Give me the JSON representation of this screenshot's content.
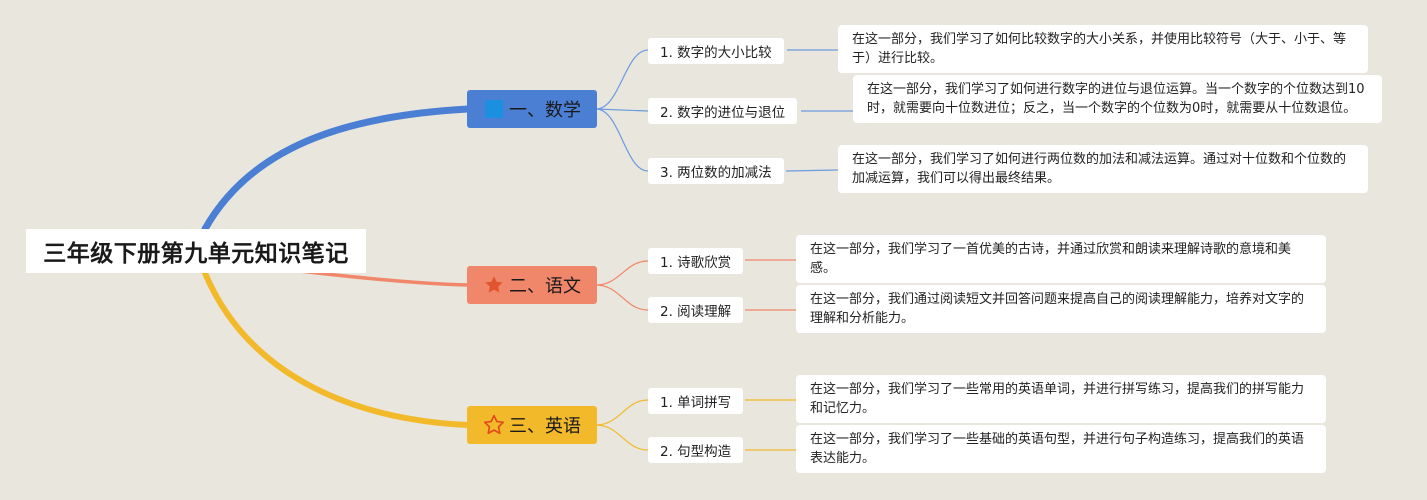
{
  "root": {
    "title": "三年级下册第九单元知识笔记"
  },
  "colors": {
    "math": "#4a7fd4",
    "chinese": "#f0866a",
    "english": "#f2b92b",
    "background": "#e9e6dd"
  },
  "branches": [
    {
      "label": "一、数学",
      "icon": "blue-square-icon",
      "items": [
        {
          "label": "1. 数字的大小比较",
          "note": "在这一部分，我们学习了如何比较数字的大小关系，并使用比较符号（大于、小于、等于）进行比较。"
        },
        {
          "label": "2. 数字的进位与退位",
          "note": "在这一部分，我们学习了如何进行数字的进位与退位运算。当一个数字的个位数达到10时，就需要向十位数进位；反之，当一个数字的个位数为0时，就需要从十位数退位。"
        },
        {
          "label": "3. 两位数的加减法",
          "note": "在这一部分，我们学习了如何进行两位数的加法和减法运算。通过对十位数和个位数的加减运算，我们可以得出最终结果。"
        }
      ]
    },
    {
      "label": "二、语文",
      "icon": "star-icon",
      "items": [
        {
          "label": "1. 诗歌欣赏",
          "note": "在这一部分，我们学习了一首优美的古诗，并通过欣赏和朗读来理解诗歌的意境和美感。"
        },
        {
          "label": "2. 阅读理解",
          "note": "在这一部分，我们通过阅读短文并回答问题来提高自己的阅读理解能力，培养对文字的理解和分析能力。"
        }
      ]
    },
    {
      "label": "三、英语",
      "icon": "star-outline-icon",
      "items": [
        {
          "label": "1. 单词拼写",
          "note": "在这一部分，我们学习了一些常用的英语单词，并进行拼写练习，提高我们的拼写能力和记忆力。"
        },
        {
          "label": "2. 句型构造",
          "note": "在这一部分，我们学习了一些基础的英语句型，并进行句子构造练习，提高我们的英语表达能力。"
        }
      ]
    }
  ]
}
